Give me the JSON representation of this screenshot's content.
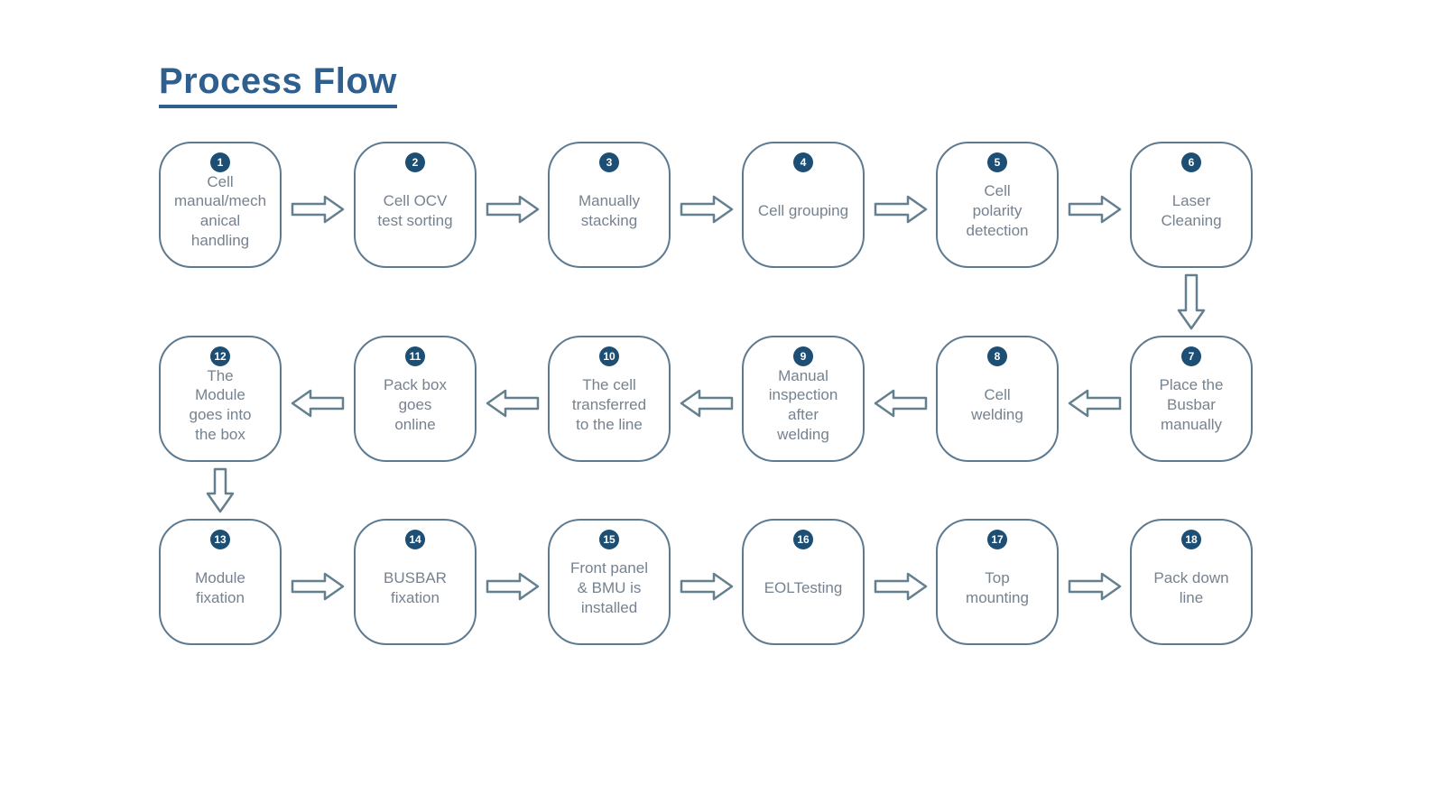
{
  "title": "Process Flow",
  "colors": {
    "background": "#ffffff",
    "title": "#2e5f8e",
    "box_border": "#5e7a90",
    "box_text": "#76828f",
    "badge_bg": "#1d4e74",
    "badge_text": "#ffffff",
    "arrow_stroke": "#64808f"
  },
  "flow": {
    "nodes": [
      {
        "number": "1",
        "label": "Cell\nmanual/mech\nanical\nhandling",
        "row": 0,
        "col": 0
      },
      {
        "number": "2",
        "label": "Cell OCV\ntest sorting",
        "row": 0,
        "col": 1
      },
      {
        "number": "3",
        "label": "Manually\nstacking",
        "row": 0,
        "col": 2
      },
      {
        "number": "4",
        "label": "Cell grouping",
        "row": 0,
        "col": 3
      },
      {
        "number": "5",
        "label": "Cell\npolarity\ndetection",
        "row": 0,
        "col": 4
      },
      {
        "number": "6",
        "label": "Laser\nCleaning",
        "row": 0,
        "col": 5
      },
      {
        "number": "7",
        "label": "Place the\nBusbar\nmanually",
        "row": 1,
        "col": 5
      },
      {
        "number": "8",
        "label": "Cell\nwelding",
        "row": 1,
        "col": 4
      },
      {
        "number": "9",
        "label": "Manual\ninspection\nafter\nwelding",
        "row": 1,
        "col": 3
      },
      {
        "number": "10",
        "label": "The cell\ntransferred\nto the line",
        "row": 1,
        "col": 2
      },
      {
        "number": "11",
        "label": "Pack box\ngoes\nonline",
        "row": 1,
        "col": 1
      },
      {
        "number": "12",
        "label": "The\nModule\ngoes into\nthe box",
        "row": 1,
        "col": 0
      },
      {
        "number": "13",
        "label": "Module\nfixation",
        "row": 2,
        "col": 0
      },
      {
        "number": "14",
        "label": "BUSBAR\nfixation",
        "row": 2,
        "col": 1
      },
      {
        "number": "15",
        "label": "Front panel\n& BMU is\ninstalled",
        "row": 2,
        "col": 2
      },
      {
        "number": "16",
        "label": "EOLTesting",
        "row": 2,
        "col": 3
      },
      {
        "number": "17",
        "label": "Top\nmounting",
        "row": 2,
        "col": 4
      },
      {
        "number": "18",
        "label": "Pack down\nline",
        "row": 2,
        "col": 5
      }
    ],
    "connectors": [
      {
        "type": "right",
        "row": 0,
        "gap": 0
      },
      {
        "type": "right",
        "row": 0,
        "gap": 1
      },
      {
        "type": "right",
        "row": 0,
        "gap": 2
      },
      {
        "type": "right",
        "row": 0,
        "gap": 3
      },
      {
        "type": "right",
        "row": 0,
        "gap": 4
      },
      {
        "type": "down",
        "rowGap": 0,
        "col": 5
      },
      {
        "type": "left",
        "row": 1,
        "gap": 4
      },
      {
        "type": "left",
        "row": 1,
        "gap": 3
      },
      {
        "type": "left",
        "row": 1,
        "gap": 2
      },
      {
        "type": "left",
        "row": 1,
        "gap": 1
      },
      {
        "type": "left",
        "row": 1,
        "gap": 0
      },
      {
        "type": "down",
        "rowGap": 1,
        "col": 0
      },
      {
        "type": "right",
        "row": 2,
        "gap": 0
      },
      {
        "type": "right",
        "row": 2,
        "gap": 1
      },
      {
        "type": "right",
        "row": 2,
        "gap": 2
      },
      {
        "type": "right",
        "row": 2,
        "gap": 3
      },
      {
        "type": "right",
        "row": 2,
        "gap": 4
      }
    ]
  }
}
